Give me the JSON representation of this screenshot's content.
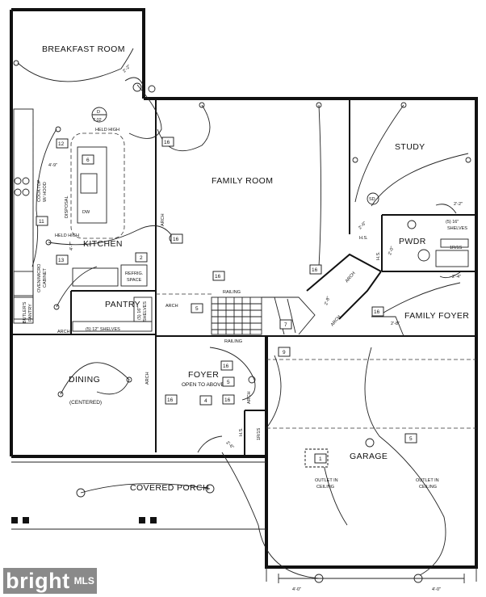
{
  "rooms": {
    "breakfast": "BREAKFAST ROOM",
    "family": "FAMILY ROOM",
    "study": "STUDY",
    "kitchen": "KITCHEN",
    "pantry": "PANTRY",
    "pwdr": "PWDR",
    "family_foyer": "FAMILY FOYER",
    "dining": "DINING",
    "foyer": "FOYER",
    "garage": "GARAGE",
    "covered_porch": "COVERED PORCH"
  },
  "notes": {
    "open_to_above": "OPEN TO ABOVE",
    "centered": "(CENTERED)",
    "held_high_1": "HELD HIGH",
    "held_high_2": "HELD HIGH",
    "cooktop": "COOKTOP",
    "w_hood": "W/ HOOD",
    "oven_micro": "OVEN/MICRO",
    "cabinet": "CABINET",
    "butlers": "BUTLER'S",
    "pantry_small": "PANTRY",
    "refrig": "REFRIG.",
    "space": "SPACE",
    "disposal": "DISPOSAL",
    "dw": "DW",
    "shelves_12": "(5) 12\" SHELVES",
    "shelves_16": "(5) 16\"",
    "shelves_word": "SHELVES",
    "ten_hr": "(5) 16\"",
    "hr_shelves": "SHELVES",
    "hs_1": "H.S.",
    "hs_2": "H.S.",
    "hs_3": "H.S.",
    "r_s": "1R/1S",
    "r_s_2": "1R/1S",
    "railing_1": "RAILING",
    "railing_2": "RAILING",
    "arch_1": "ARCH",
    "arch_2": "ARCH",
    "arch_3": "ARCH",
    "arch_4": "ARCH",
    "arch_5": "ARCH",
    "arch_6": "ARCH",
    "arch_7": "ARCH",
    "outlet_1": "OUTLET IN",
    "ceiling_1": "CEILING",
    "outlet_2": "OUTLET IN",
    "ceiling_2": "CEILING",
    "dim_1": "4'-0\"",
    "dim_2": "4'-0\"",
    "dim_3": "4'-9\"",
    "dim_4": "4'-7\"",
    "sd": "SD",
    "detail_letter": "D",
    "detail_num": "7.02",
    "eq_1": "2'-2\"",
    "eq_2": "2'-2\"",
    "eq_3": "2'-8\"",
    "eq_4": "2'-6\"",
    "eq_5": "2'-8\"",
    "eq_6": "2'-0\"",
    "eq_7": "2'-4\"",
    "eq_8": "2'-6\""
  },
  "tags": {
    "t16a": "16",
    "t12": "12",
    "t6": "6",
    "t11": "11",
    "t13": "13",
    "t16b": "16",
    "t2": "2",
    "t16c": "16",
    "t5a": "5",
    "t16d": "16",
    "t7": "7",
    "t16e": "16",
    "t9": "9",
    "t16f": "16",
    "t5b": "5",
    "t4": "4",
    "t16g": "16",
    "t16h": "16",
    "t5c": "5",
    "t1": "1"
  },
  "logo": {
    "brand": "bright",
    "suffix": "MLS"
  }
}
